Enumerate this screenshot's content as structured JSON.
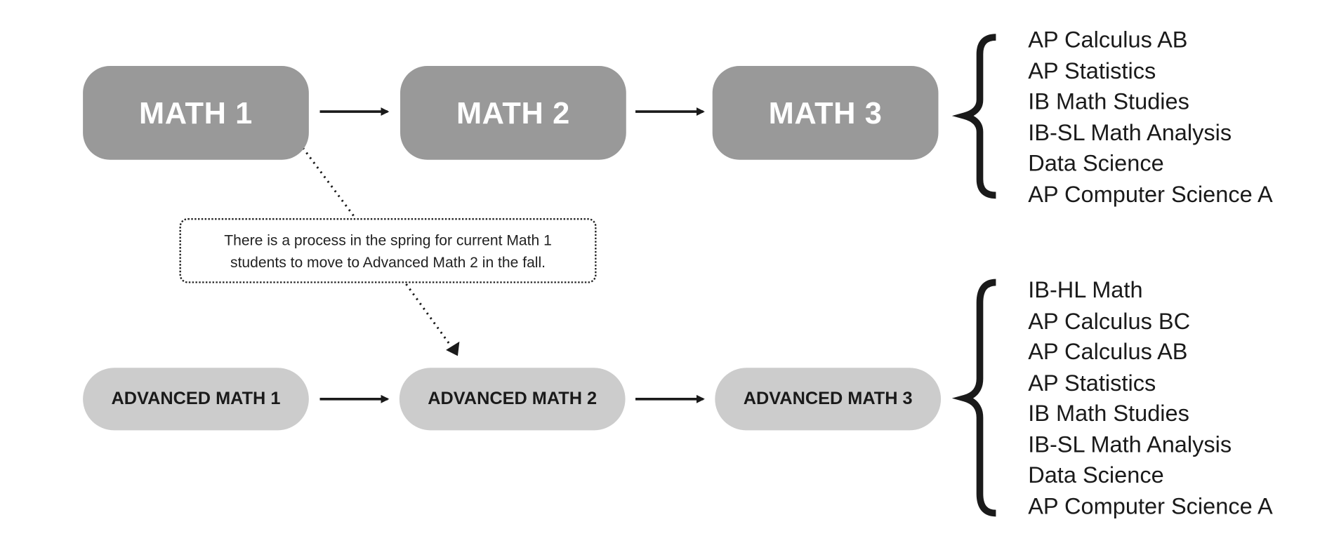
{
  "standard_track": [
    "MATH 1",
    "MATH 2",
    "MATH 3"
  ],
  "advanced_track": [
    "ADVANCED MATH 1",
    "ADVANCED MATH 2",
    "ADVANCED MATH 3"
  ],
  "callout": {
    "line1": "There is a process in the spring for current Math 1",
    "line2": "students to move to Advanced Math 2 in the fall."
  },
  "standard_options": [
    "AP Calculus AB",
    "AP Statistics",
    "IB Math Studies",
    "IB-SL Math Analysis",
    "Data Science",
    "AP Computer Science A"
  ],
  "advanced_options": [
    "IB-HL Math",
    "AP Calculus BC",
    "AP Calculus AB",
    "AP Statistics",
    "IB Math Studies",
    "IB-SL Math Analysis",
    "Data Science",
    "AP Computer Science A"
  ],
  "colors": {
    "standard_box": "#999999",
    "advanced_box": "#cccccc",
    "ink": "#1a1a1a"
  }
}
